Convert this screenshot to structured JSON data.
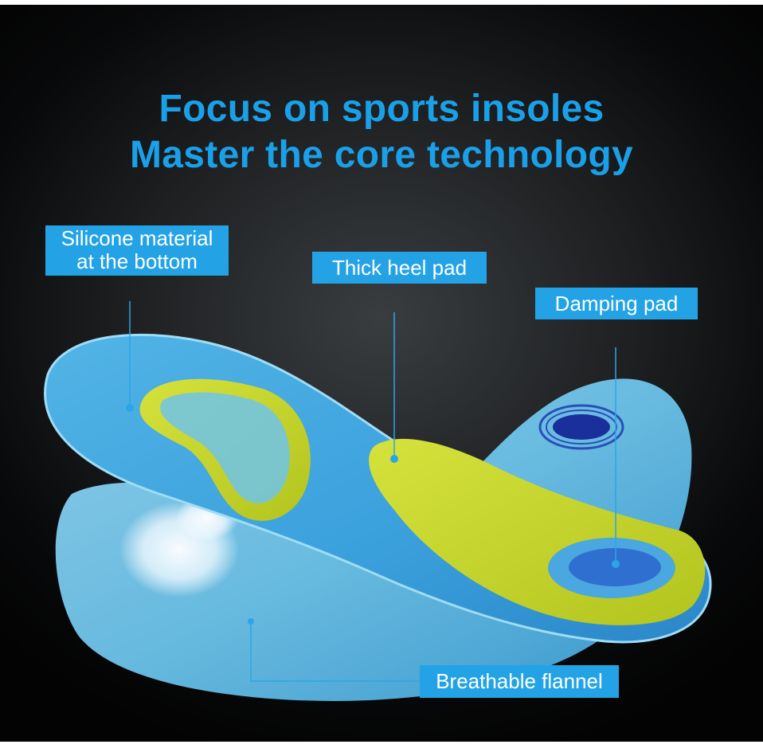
{
  "headline": {
    "line1": "Focus on sports insoles",
    "line2": "Master the core technology"
  },
  "callouts": {
    "silicone": {
      "line1": "Silicone material",
      "line2": "at the bottom"
    },
    "heel": "Thick heel pad",
    "damping": "Damping pad",
    "breathable": "Breathable flannel"
  },
  "colors": {
    "background": "#050607",
    "accent": "#1aa0e8",
    "label_bg": "#23a3e6",
    "insole_blue": "#55b8e6",
    "gel_yellow": "#c8d92a",
    "damping_dark": "#1a2f9c"
  }
}
